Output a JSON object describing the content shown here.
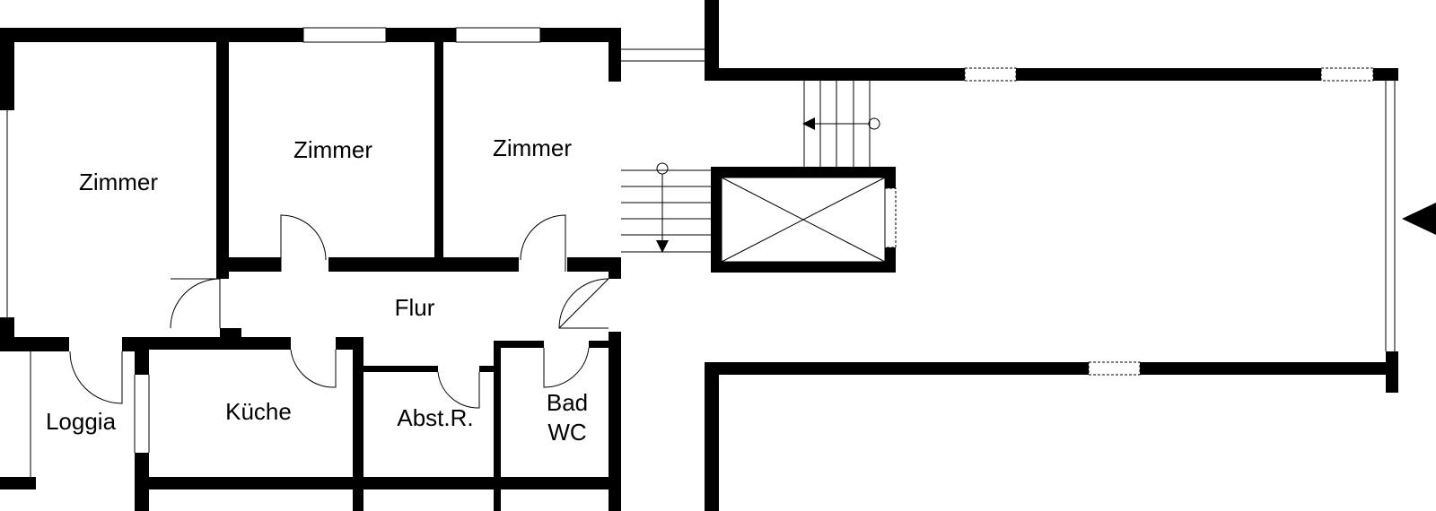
{
  "rooms": {
    "zimmer_left": "Zimmer",
    "zimmer_middle": "Zimmer",
    "zimmer_right": "Zimmer",
    "flur": "Flur",
    "loggia": "Loggia",
    "kueche": "Küche",
    "abstellraum": "Abst.R.",
    "bad_line1": "Bad",
    "bad_line2": "WC"
  },
  "colors": {
    "wall": "#000000",
    "background": "#ffffff"
  }
}
